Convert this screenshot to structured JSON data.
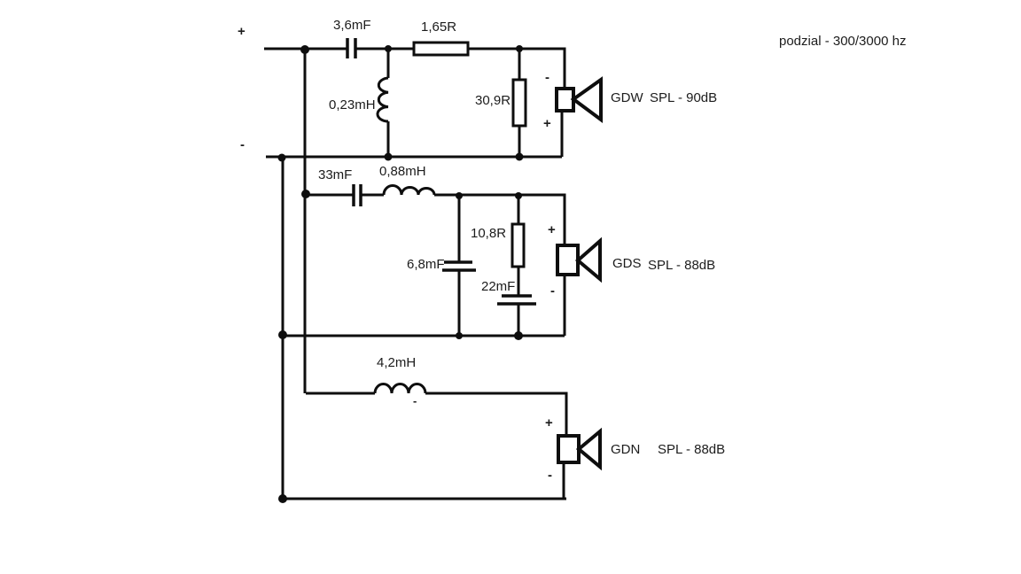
{
  "note": "podzial - 300/3000 hz",
  "input": {
    "plus": "+",
    "minus": "-"
  },
  "sections": {
    "top": {
      "cap": "3,6mF",
      "res_series": "1,65R",
      "ind_shunt": "0,23mH",
      "res_shunt": "30,9R",
      "speaker": {
        "name": "GDW",
        "spl": "SPL - 90dB",
        "terminal_top": "-",
        "terminal_bottom": "+"
      }
    },
    "mid": {
      "cap_series": "33mF",
      "ind_series": "0,88mH",
      "res": "10,8R",
      "cap_shunt": "6,8mF",
      "cap_rc": "22mF",
      "speaker": {
        "name": "GDS",
        "spl": "SPL - 88dB",
        "terminal_top": "+",
        "terminal_bottom": "-"
      }
    },
    "bottom": {
      "ind_series": "4,2mH",
      "ind_mark": "-",
      "speaker": {
        "name": "GDN",
        "spl": "SPL - 88dB",
        "terminal_top": "+",
        "terminal_bottom": "-"
      }
    }
  }
}
